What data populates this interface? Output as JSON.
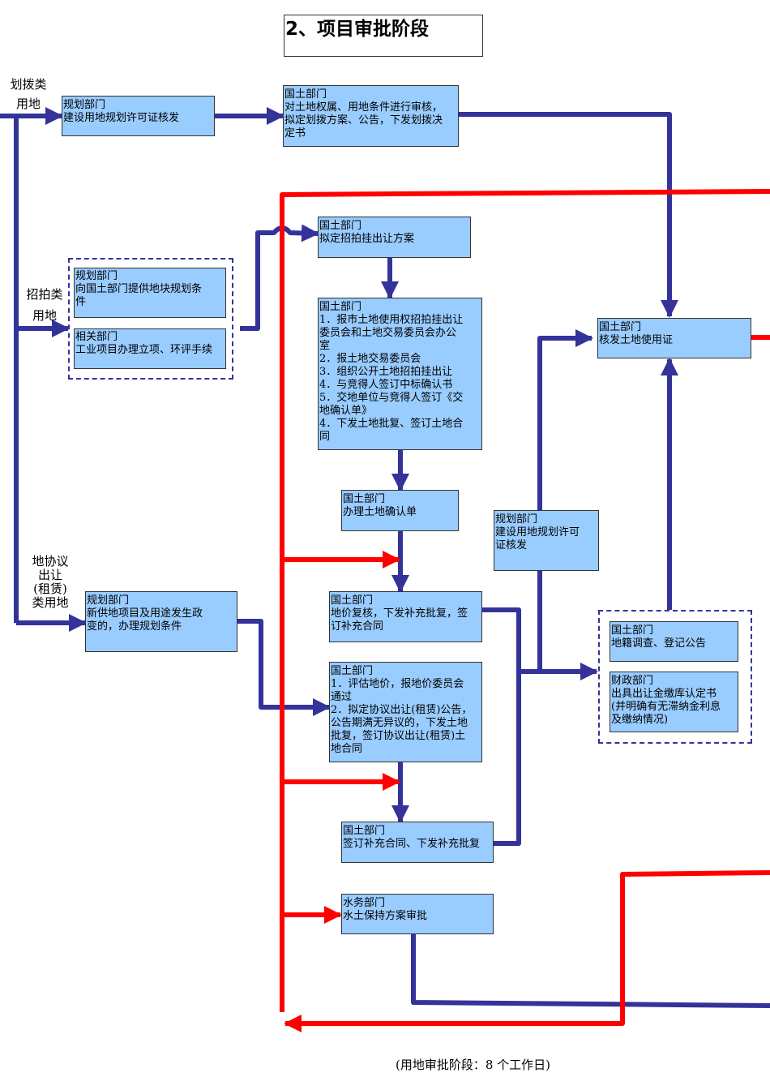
{
  "title": "2、项目审批阶段",
  "side_labels": {
    "allocation": [
      "划拨类",
      "用地"
    ],
    "auction": [
      "招拍类",
      "用地"
    ],
    "agreement": [
      "地协议",
      "出让",
      "(租赁)",
      "类用地"
    ]
  },
  "boxes": {
    "plan_allocation": {
      "dept": "规划部门",
      "lines": [
        "建设用地规划许可证核发"
      ]
    },
    "land_allocation": {
      "dept": "国土部门",
      "lines": [
        "对土地权属、用地条件进行审核，",
        "拟定划拨方案、公告，下发划拨决",
        "定书"
      ]
    },
    "plan_conditions": {
      "dept": "规划部门",
      "lines": [
        "向国土部门提供地块规划条",
        "件"
      ]
    },
    "related_dept": {
      "dept": "相关部门",
      "lines": [
        "工业项目办理立项、环评手续"
      ]
    },
    "land_auction_plan": {
      "dept": "国土部门",
      "lines": [
        "拟定招拍挂出让方案"
      ]
    },
    "land_auction_steps": {
      "dept": "国土部门",
      "lines": [
        "1．报市土地使用权招拍挂出让",
        "委员会和土地交易委员会办公",
        "室",
        "2．报土地交易委员会",
        "3．组织公开土地招拍挂出让",
        "4．与竞得人签订中标确认书",
        "5．交地单位与竞得人签订《交",
        "地确认单》",
        "4．下发土地批复、签订土地合",
        "同"
      ]
    },
    "land_confirm": {
      "dept": "国土部门",
      "lines": [
        "办理土地确认单"
      ]
    },
    "plan_permit": {
      "dept": "规划部门",
      "lines": [
        "建设用地规划许可",
        "证核发"
      ]
    },
    "land_certificate": {
      "dept": "国土部门",
      "lines": [
        "核发土地使用证"
      ]
    },
    "plan_new_supply": {
      "dept": "规划部门",
      "lines": [
        "新供地项目及用途发生政",
        "变的，办理规划条件"
      ]
    },
    "land_price_review": {
      "dept": "国土部门",
      "lines": [
        "地价复核，下发补充批复，签",
        "订补充合同"
      ]
    },
    "land_agreement": {
      "dept": "国土部门",
      "lines": [
        "1．评估地价，报地价委员会",
        "通过",
        "2．拟定协议出让(租赁)公告，",
        "公告期满无异议的，下发土地",
        "批复，签订协议出让(租赁)土",
        "地合同"
      ]
    },
    "land_supplement": {
      "dept": "国土部门",
      "lines": [
        "签订补充合同、下发补充批复"
      ]
    },
    "cadastral": {
      "dept": "国土部门",
      "lines": [
        "地籍调查、登记公告"
      ]
    },
    "finance": {
      "dept": "财政部门",
      "lines": [
        "出具出让金缴库认定书",
        "(并明确有无滞纳金利息",
        "及缴纳情况)"
      ]
    },
    "water": {
      "dept": "水务部门",
      "lines": [
        "水土保持方案审批"
      ]
    }
  },
  "footer": "(用地审批阶段：8 个工作日)",
  "colors": {
    "box_fill": "#99ccff",
    "blue_line": "#333399",
    "red_line": "#ff0000"
  }
}
